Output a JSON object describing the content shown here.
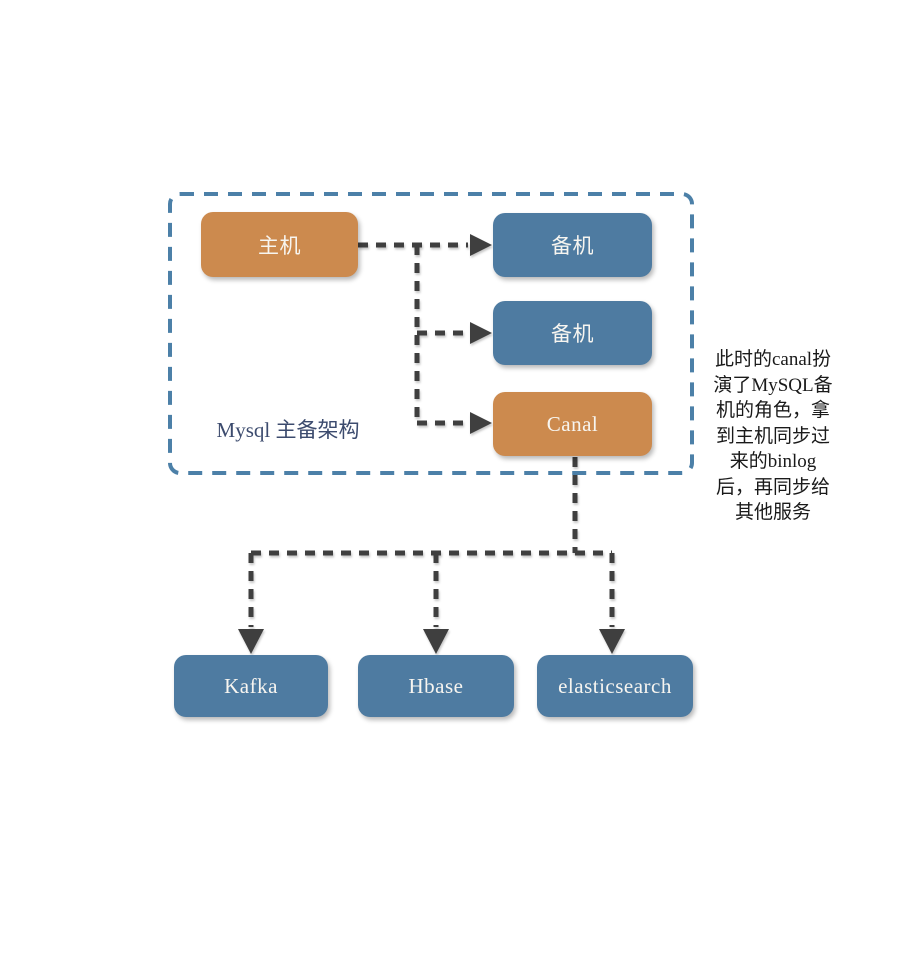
{
  "colors": {
    "background": "#FFFFFF",
    "box-orange": "#CC8A4E",
    "box-blue": "#4E7BA1",
    "group-border": "#4C80A8",
    "group-label": "#3C4B6E",
    "arrow": "#3F3F3F",
    "annotation-text": "#1A1A1A",
    "node-text": "#F7F5F0"
  },
  "group": {
    "label": "Mysql 主备架构"
  },
  "nodes": {
    "master": {
      "label": "主机"
    },
    "backup1": {
      "label": "备机"
    },
    "backup2": {
      "label": "备机"
    },
    "canal": {
      "label": "Canal"
    },
    "kafka": {
      "label": "Kafka"
    },
    "hbase": {
      "label": "Hbase"
    },
    "elasticsearch": {
      "label": "elasticsearch"
    }
  },
  "edges": [
    {
      "from": "master",
      "to": "backup1",
      "style": "dashed-arrow"
    },
    {
      "from": "master",
      "to": "backup2",
      "style": "dashed-arrow"
    },
    {
      "from": "master",
      "to": "canal",
      "style": "dashed-arrow"
    },
    {
      "from": "canal",
      "to": "kafka",
      "style": "dashed-arrow"
    },
    {
      "from": "canal",
      "to": "hbase",
      "style": "dashed-arrow"
    },
    {
      "from": "canal",
      "to": "elasticsearch",
      "style": "dashed-arrow"
    }
  ],
  "annotation": {
    "lines": [
      "此时的canal扮",
      "演了MySQL备",
      "机的角色，拿",
      "到主机同步过",
      "来的binlog",
      "后，再同步给",
      "其他服务"
    ]
  }
}
